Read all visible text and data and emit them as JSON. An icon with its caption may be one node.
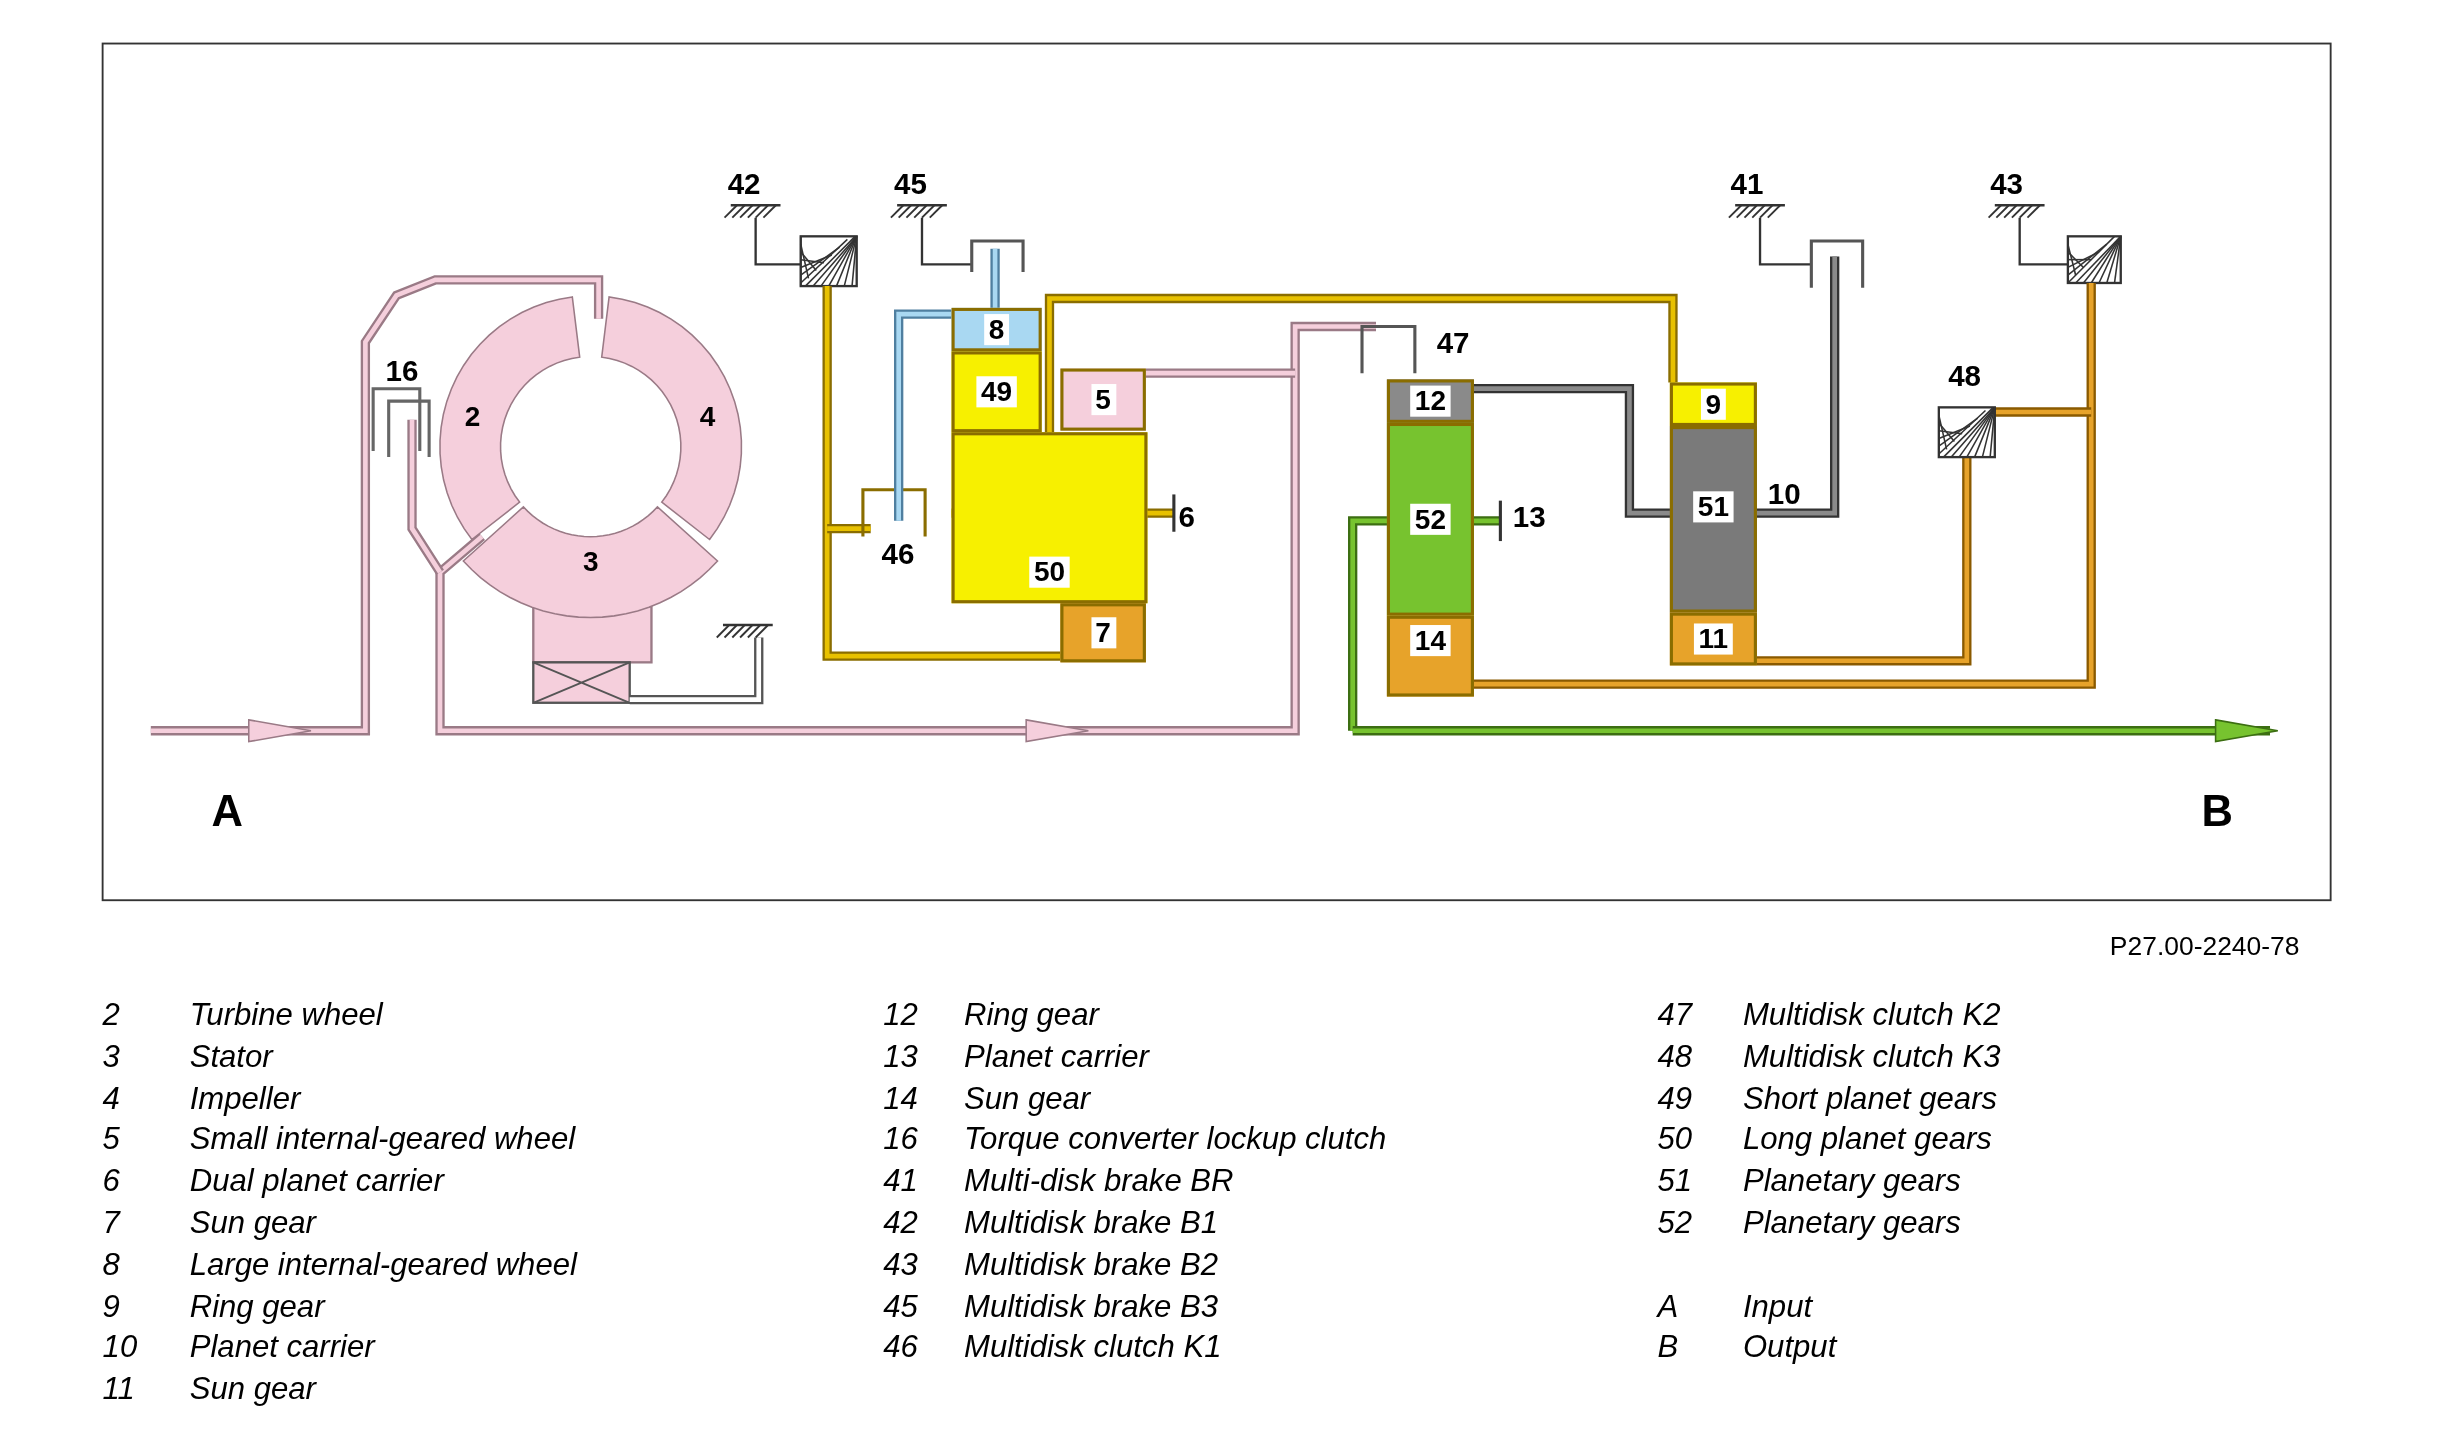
{
  "diagram": {
    "nodes": [
      {
        "text": [
          "2"
        ]
      },
      {
        "text": [
          "4"
        ]
      },
      {
        "text": [
          "3"
        ]
      },
      {
        "text": [
          "8"
        ]
      },
      {
        "text": [
          "49"
        ]
      },
      {
        "text": [
          "5"
        ]
      },
      {
        "text": [
          "50"
        ]
      },
      {
        "text": [
          "7"
        ]
      },
      {
        "text": [
          "12"
        ]
      },
      {
        "text": [
          "52"
        ]
      },
      {
        "text": [
          "14"
        ]
      },
      {
        "text": [
          "9"
        ]
      },
      {
        "text": [
          "51"
        ]
      },
      {
        "text": [
          "11"
        ]
      }
    ],
    "edges": [],
    "labels": [
      "42",
      "45",
      "41",
      "43",
      "16",
      "47",
      "48",
      "6",
      "13",
      "10",
      "46",
      "A",
      "B",
      "P27.00-2240-78",
      "2",
      "Turbine wheel",
      "12",
      "Ring gear",
      "47",
      "Multidisk clutch K2",
      "3",
      "Stator",
      "13",
      "Planet carrier",
      "48",
      "Multidisk clutch K3",
      "4",
      "Impeller",
      "14",
      "Sun gear",
      "49",
      "Short planet gears",
      "5",
      "Small internal-geared wheel",
      "16",
      "Torque converter lockup clutch",
      "50",
      "Long planet gears",
      "6",
      "Dual planet carrier",
      "41",
      "Multi-disk brake BR",
      "51",
      "Planetary gears",
      "7",
      "Sun gear",
      "42",
      "Multidisk brake B1",
      "52",
      "Planetary gears",
      "8",
      "Large internal-geared wheel",
      "43",
      "Multidisk brake B2",
      "9",
      "Ring gear",
      "45",
      "Multidisk brake B3",
      "A",
      "Input",
      "10",
      "Planet carrier",
      "46",
      "Multidisk clutch K1",
      "B",
      "Output",
      "11",
      "Sun gear"
    ]
  }
}
